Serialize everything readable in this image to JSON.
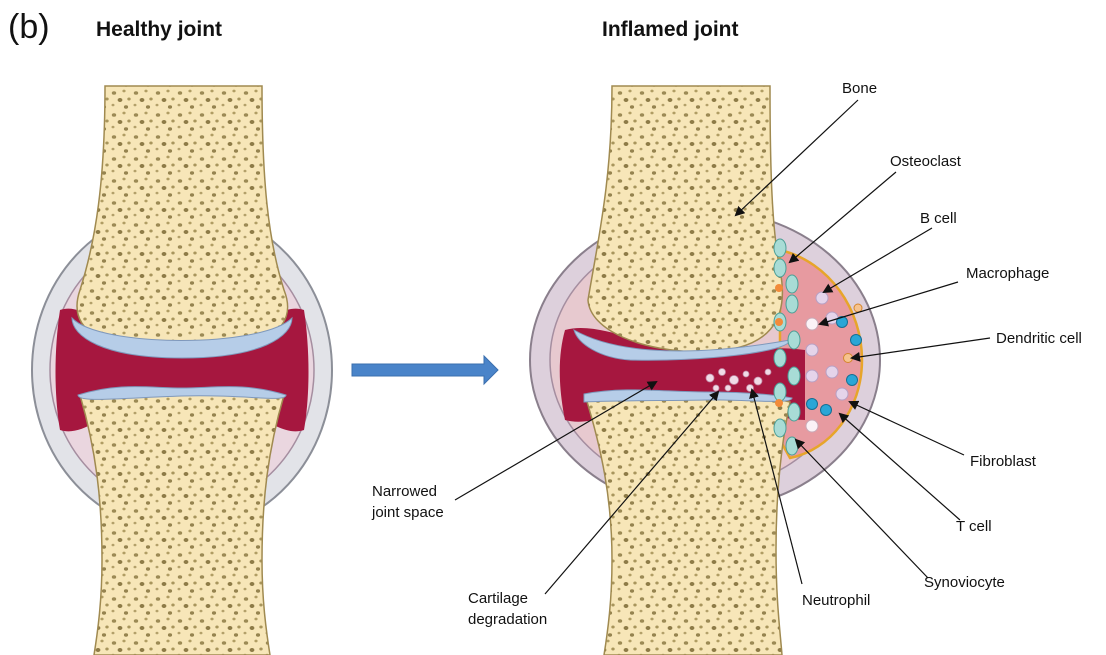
{
  "figure": {
    "panel_letter": "(b)",
    "healthy_title": "Healthy joint",
    "inflamed_title": "Inflamed joint"
  },
  "labels": {
    "bone": "Bone",
    "osteoclast": "Osteoclast",
    "b_cell": "B cell",
    "macrophage": "Macrophage",
    "dendritic_cell": "Dendritic cell",
    "fibroblast": "Fibroblast",
    "t_cell": "T cell",
    "synoviocyte": "Synoviocyte",
    "neutrophil": "Neutrophil",
    "cartilage_degradation_1": "Cartilage",
    "cartilage_degradation_2": "degradation",
    "narrowed_joint_space_1": "Narrowed",
    "narrowed_joint_space_2": "joint space"
  },
  "colors": {
    "bone": "#f7e6b8",
    "bone_pore": "#9c8a55",
    "capsule_outer": "#e2e3e8",
    "capsule_inner": "#ead6df",
    "synovial_fluid": "#a6173f",
    "cartilage": "#b6cde8",
    "pannus": "#e79aa0",
    "osteoclast": "#a8dcd6",
    "t_cell": "#2aa6d6",
    "arrow": "#4a84c9"
  }
}
